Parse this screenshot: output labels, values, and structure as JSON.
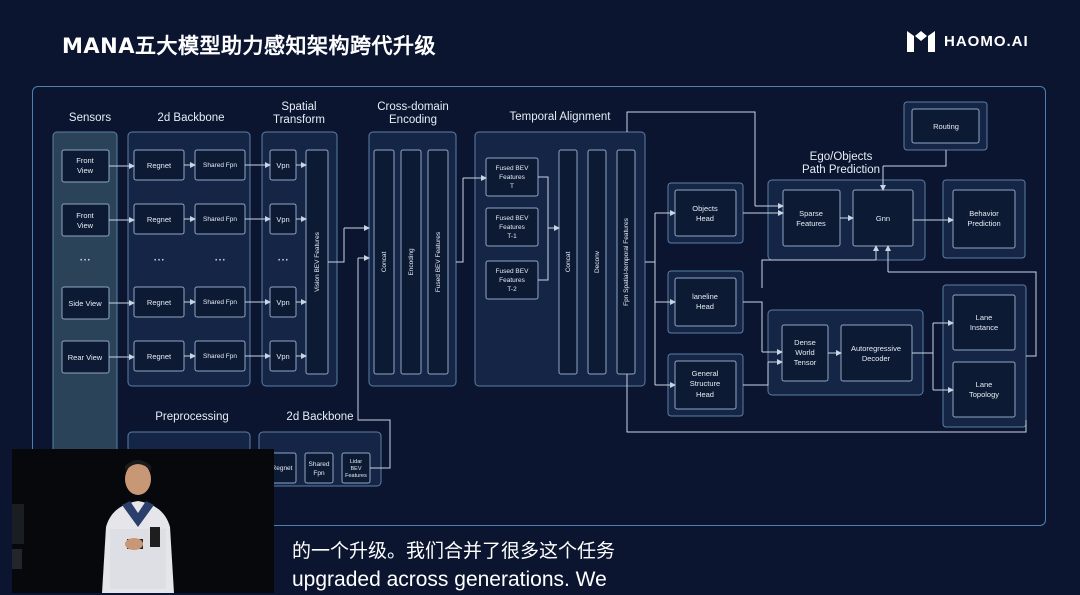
{
  "slide": {
    "title": "MANA五大模型助力感知架构跨代升级",
    "logo_text": "HAOMO.AI"
  },
  "groups": {
    "sensors": "Sensors",
    "backbone_2d": "2d Backbone",
    "spatial_transform_1": "Spatial",
    "spatial_transform_2": "Transform",
    "cross_domain_1": "Cross-domain",
    "cross_domain_2": "Encoding",
    "temporal": "Temporal Alignment",
    "ego_1": "Ego/Objects",
    "ego_2": "Path Prediction",
    "preprocessing": "Preprocessing",
    "backbone_2d_bottom": "2d Backbone"
  },
  "sensors": {
    "front_1": [
      "Front",
      "View"
    ],
    "front_2": [
      "Front",
      "View"
    ],
    "ellipsis": "···",
    "side": "Side View",
    "rear": "Rear View"
  },
  "backbone": {
    "regnet": "Regnet",
    "shared_fpn": "Shared Fpn",
    "vpn": "Vpn"
  },
  "vertical_labels": {
    "vision_bev": "Vision BEV Features",
    "concat": "Concat",
    "encoding": "Encoding",
    "fused_bev": "Fused BEV Features",
    "deconv": "Deconv",
    "fpn_spatial_temporal": "Fpn Spatial-temporal Features"
  },
  "temporal_inputs": [
    [
      "Fused BEV",
      "Features",
      "T"
    ],
    [
      "Fused BEV",
      "Features",
      "T-1"
    ],
    [
      "Fused BEV",
      "Features",
      "T-2"
    ]
  ],
  "heads": {
    "objects": [
      "Objects",
      "Head"
    ],
    "laneline": [
      "laneline",
      "Head"
    ],
    "general": [
      "General",
      "Structure",
      "Head"
    ]
  },
  "ego": {
    "routing": "Routing",
    "sparse": [
      "Sparse",
      "Features"
    ],
    "gnn": "Gnn",
    "behavior": [
      "Behavior",
      "Prediction"
    ]
  },
  "lane": {
    "dense": [
      "Dense",
      "World",
      "Tensor"
    ],
    "autoregressive": [
      "Autoregressive",
      "Decoder"
    ],
    "instance": [
      "Lane",
      "Instance"
    ],
    "topology": [
      "Lane",
      "Topology"
    ]
  },
  "bottom_backbone": {
    "regnet": "Regnet",
    "shared_fpn": [
      "Shared",
      "Fpn"
    ],
    "lidar": [
      "Lidar",
      "BEV",
      "Features"
    ]
  },
  "subtitles": {
    "zh": "的一个升级。我们合并了很多这个任务",
    "en": "upgraded across generations. We"
  },
  "colors": {
    "background": "#0b1530",
    "panel_border": "#4d7fb5",
    "box_fill": "#0f1f3c",
    "line": "#c9d4e4"
  }
}
